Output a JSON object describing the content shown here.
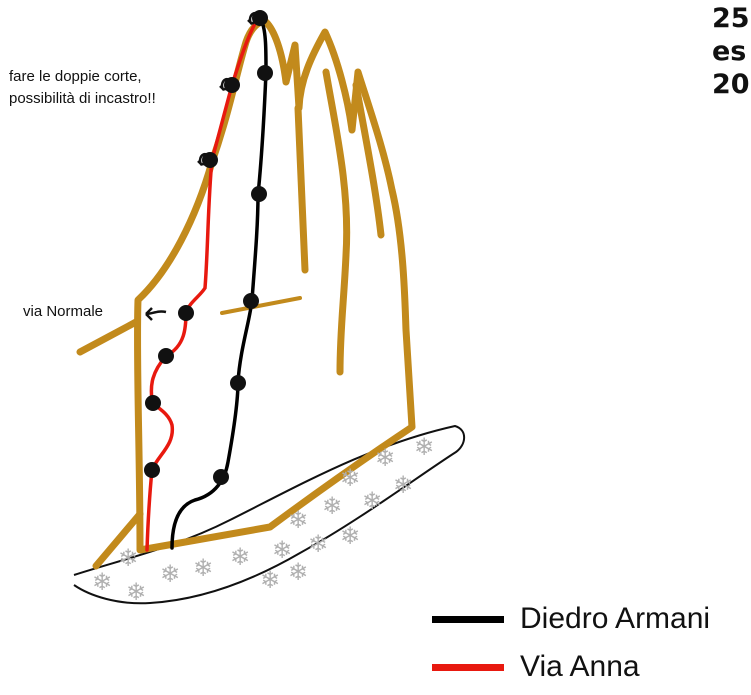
{
  "corner_text": {
    "line1": "25",
    "line2": "es",
    "line3": "20"
  },
  "annotations": {
    "rappel_note_line1": "fare le doppie corte,",
    "rappel_note_line2": "possibilità di incastro!!",
    "via_normale": "via Normale"
  },
  "legend": {
    "items": [
      {
        "label": "Diedro Armani",
        "color": "#000000"
      },
      {
        "label": "Via Anna",
        "color": "#e8190f"
      }
    ]
  },
  "colors": {
    "rock_outline": "#c28a1c",
    "snow": "#b0b0b0",
    "belay": "#111111"
  }
}
